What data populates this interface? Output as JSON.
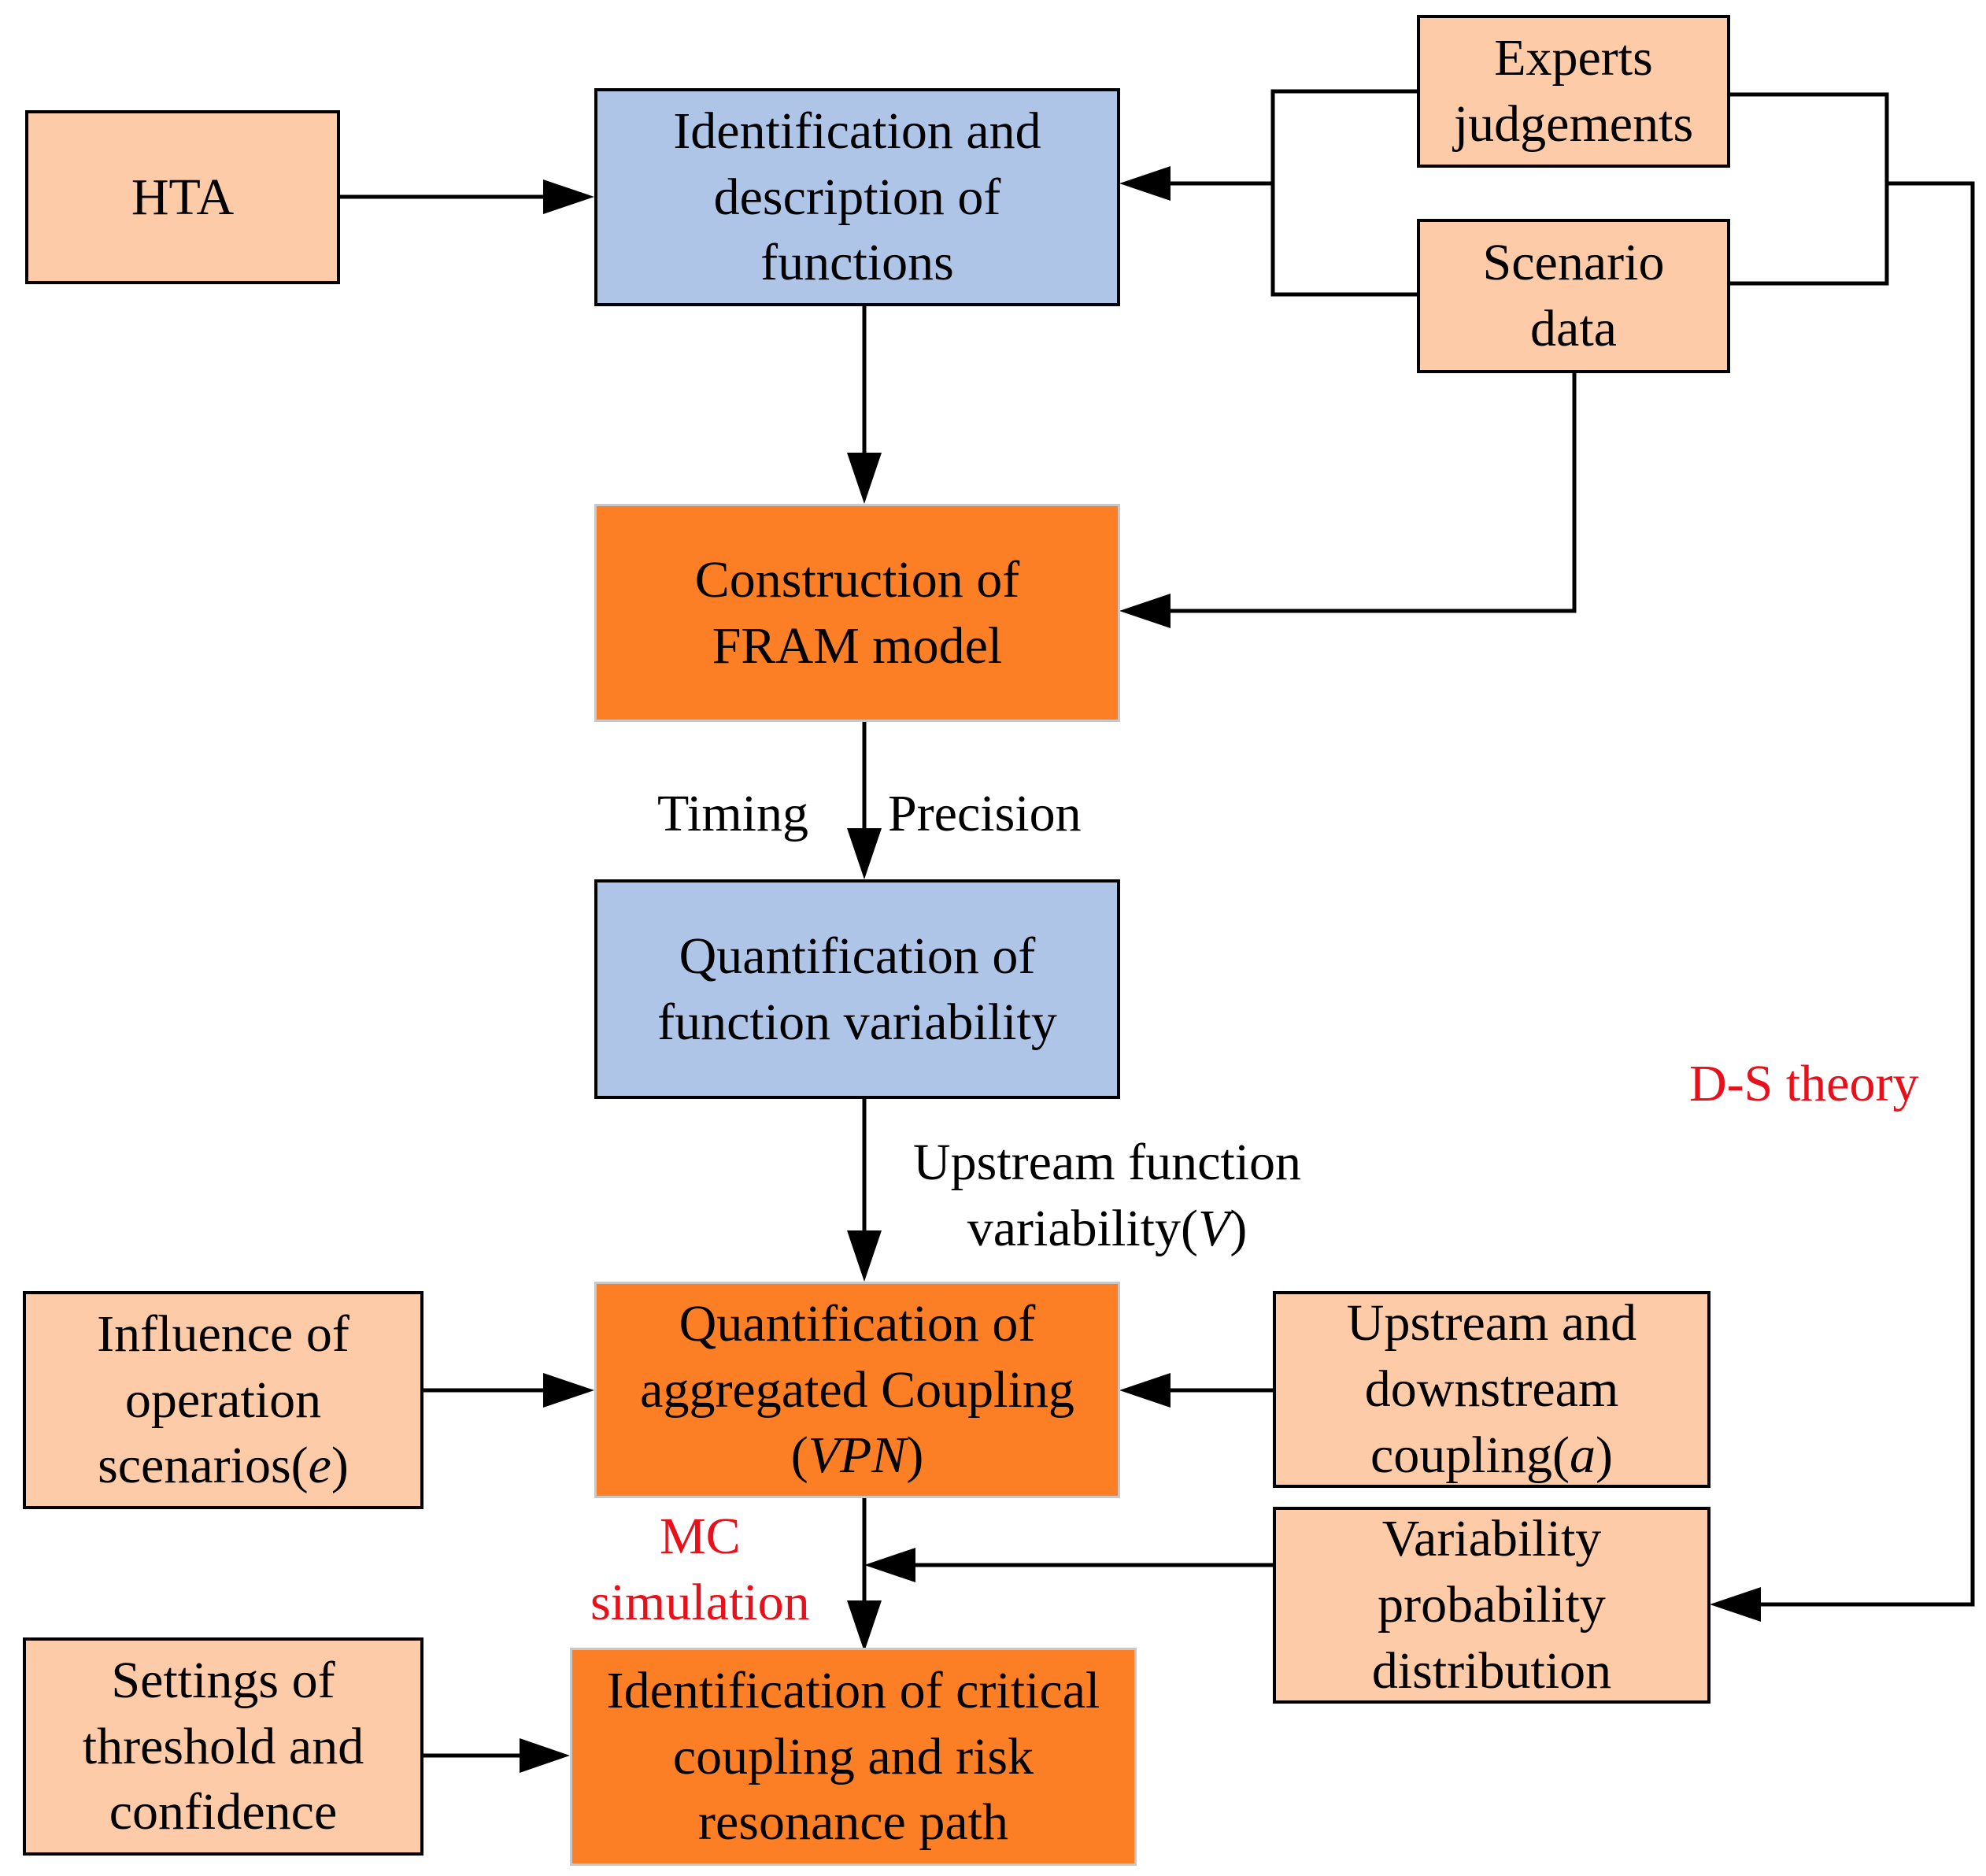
{
  "nodes": {
    "hta": {
      "text": "HTA"
    },
    "identification": {
      "lines": [
        "Identification and",
        "description of",
        "functions"
      ]
    },
    "experts": {
      "lines": [
        "Experts",
        "judgements"
      ]
    },
    "scenario": {
      "lines": [
        "Scenario",
        "data"
      ]
    },
    "construction": {
      "lines": [
        "Construction of",
        "FRAM model"
      ]
    },
    "quant_var": {
      "lines": [
        "Quantification of",
        "function variability"
      ]
    },
    "quant_coupling": {
      "lines": [
        "Quantification of",
        "aggregated Coupling"
      ],
      "line3_open": "(",
      "line3_var": "VPN",
      "line3_close": ")"
    },
    "influence": {
      "lines": [
        "Influence of",
        "operation"
      ],
      "line3_pre": "scenarios(",
      "line3_var": "e",
      "line3_close": ")"
    },
    "updown": {
      "lines": [
        "Upstream and",
        "downstream"
      ],
      "line3_pre": "coupling(",
      "line3_var": "a",
      "line3_close": ")"
    },
    "varprob": {
      "lines": [
        "Variability",
        "probability",
        "distribution"
      ]
    },
    "settings": {
      "lines": [
        "Settings of",
        "threshold and",
        "confidence"
      ]
    },
    "critical": {
      "lines": [
        "Identification of critical",
        "coupling and risk",
        "resonance path"
      ]
    }
  },
  "labels": {
    "timing": "Timing",
    "precision": "Precision",
    "upstream_line1": "Upstream function",
    "upstream_line2_pre": "variability(",
    "upstream_line2_var": "V",
    "upstream_line2_close": ")",
    "ds_theory": "D-S theory",
    "mc_line1": "MC",
    "mc_line2": "simulation"
  },
  "colors": {
    "input_box": "#fdcba7",
    "process_box_blue": "#aec5e8",
    "process_box_orange": "#fc7f26",
    "highlight_text": "#e8101a"
  }
}
